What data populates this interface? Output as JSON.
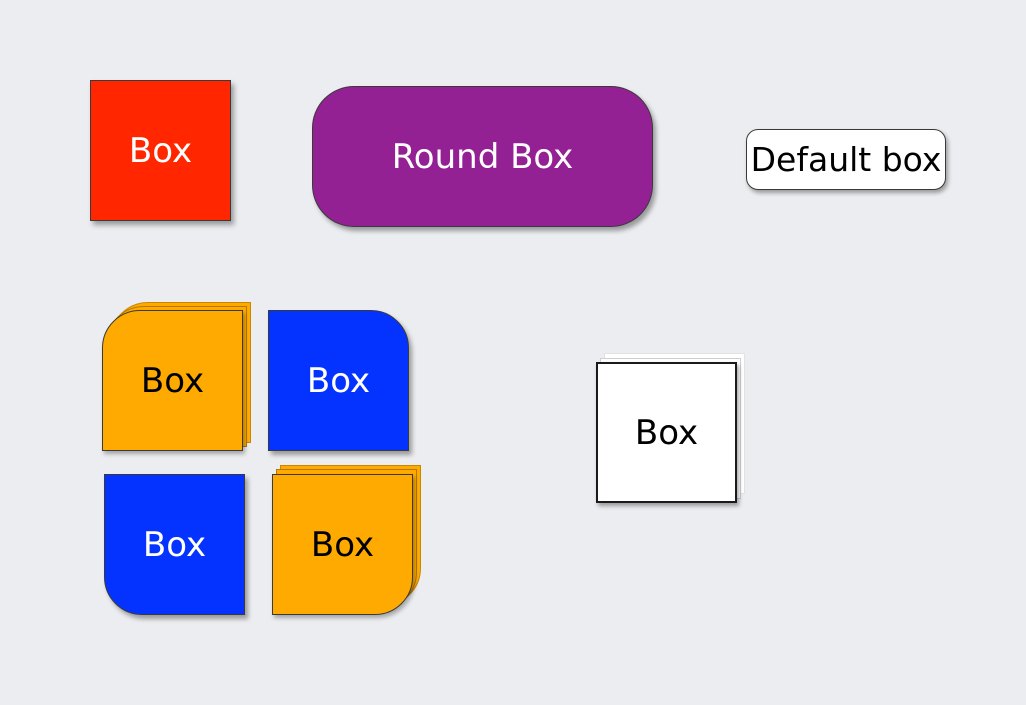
{
  "boxes": {
    "red": {
      "label": "Box",
      "color": "#ff2600"
    },
    "round": {
      "label": "Round Box",
      "color": "#942193"
    },
    "default": {
      "label": "Default box",
      "color": "#ffffff"
    },
    "orange_top_left": {
      "label": "Box",
      "color": "#ffaa00"
    },
    "blue_top_right": {
      "label": "Box",
      "color": "#0433ff"
    },
    "blue_bottom_left": {
      "label": "Box",
      "color": "#0433ff"
    },
    "orange_bottom_right": {
      "label": "Box",
      "color": "#ffaa00"
    },
    "white_stacked": {
      "label": "Box",
      "color": "#ffffff"
    }
  },
  "background": "#ebedf0"
}
